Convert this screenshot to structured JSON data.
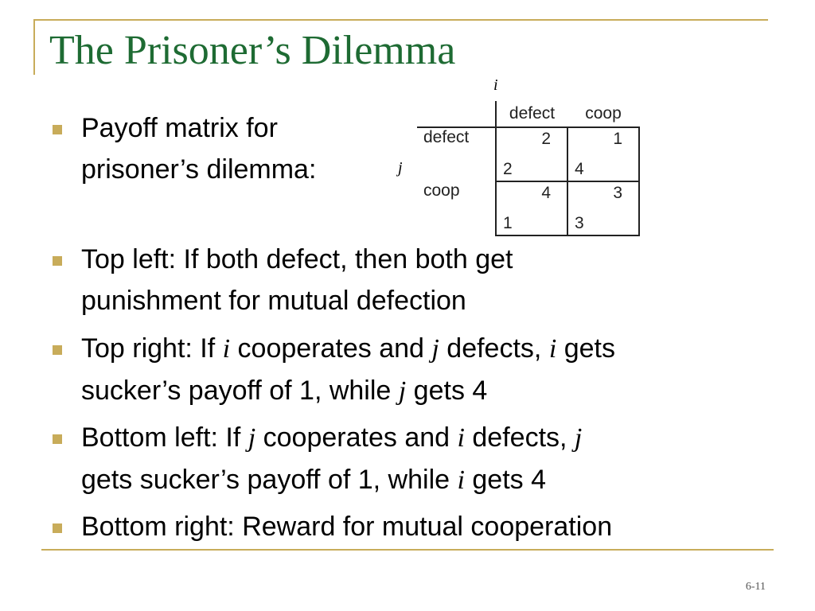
{
  "title": "The Prisoner’s Dilemma",
  "bullets": [
    {
      "line1": "Payoff matrix for",
      "line2": "prisoner’s dilemma:"
    },
    {
      "line1": "Top left: If both defect, then both get",
      "line2": "punishment for mutual defection"
    },
    {
      "line1_a": "Top right: If ",
      "line1_v1": "i",
      "line1_b": " cooperates and ",
      "line1_v2": "j",
      "line1_c": " defects, ",
      "line1_v3": "i",
      "line1_d": " gets",
      "line2_a": "sucker’s payoff of 1, while ",
      "line2_v1": "j",
      "line2_b": " gets 4"
    },
    {
      "line1_a": "Bottom left: If ",
      "line1_v1": "j",
      "line1_b": " cooperates and ",
      "line1_v2": "i",
      "line1_c": " defects, ",
      "line1_v3": "j",
      "line2_a": "gets sucker’s payoff of 1, while ",
      "line2_v1": "i",
      "line2_b": " gets 4"
    },
    {
      "line1": "Bottom right: Reward for mutual cooperation"
    }
  ],
  "matrix": {
    "col_player": "i",
    "row_player": "j",
    "col_headers": [
      "defect",
      "coop"
    ],
    "row_headers": [
      "defect",
      "coop"
    ],
    "cells": [
      [
        {
          "i": "2",
          "j": "2"
        },
        {
          "i": "1",
          "j": "4"
        }
      ],
      [
        {
          "i": "4",
          "j": "1"
        },
        {
          "i": "3",
          "j": "3"
        }
      ]
    ]
  },
  "page_number": "6-11",
  "colors": {
    "title": "#1E6B33",
    "accent": "#C8AC5A"
  }
}
